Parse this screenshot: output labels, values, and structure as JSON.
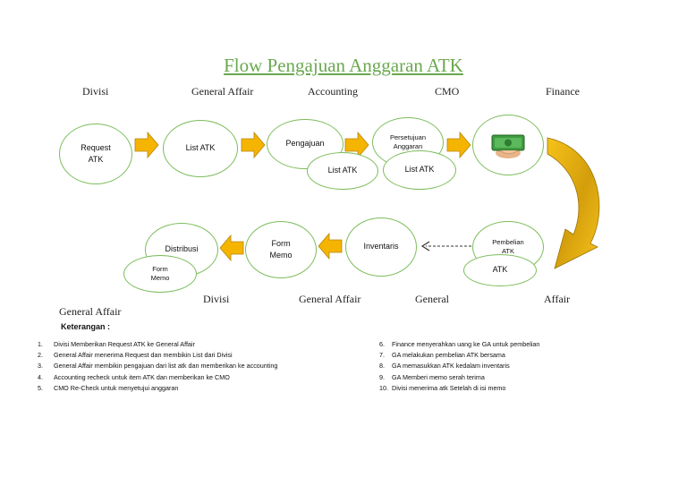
{
  "title": "Flow Pengajuan Anggaran ATK",
  "lanes_top": [
    "Divisi",
    "General Affair",
    "Accounting",
    "CMO",
    "Finance"
  ],
  "lanes_bottom": [
    "Divisi",
    "General Affair",
    "General",
    "Affair"
  ],
  "lane_extra": "General Affair",
  "nodes": {
    "request": "Request\nATK",
    "list_atk_1": "List ATK",
    "pengajuan": "Pengajuan",
    "list_atk_2": "List ATK",
    "persetujuan": "Persetujuan\nAnggaran",
    "list_atk_3": "List ATK",
    "pembelian": "Pembelian\nATK",
    "atk": "ATK",
    "inventaris": "Inventaris",
    "form_memo_1": "Form\nMemo",
    "distribusi": "Distribusi",
    "form_memo_2": "Form\nMemo"
  },
  "finance_icon": "money-hand-icon",
  "colors": {
    "title": "#6aa84f",
    "node_border": "#7cbd5b",
    "arrow": "#f4b400",
    "arrow_border": "#b8860b"
  },
  "keterangan": {
    "title": "Keterangan :",
    "left": [
      {
        "num": "1.",
        "text": "Divisi Memberikan Request ATK ke General Affair"
      },
      {
        "num": "2.",
        "text": "General Affair menerima Request dan membikin List dari Divisi"
      },
      {
        "num": "3.",
        "text": "General Affair membikin pengajuan dari list atk dan memberikan ke accounting"
      },
      {
        "num": "4.",
        "text": "Accounting recheck untuk item ATK dan memberikan ke CMO"
      },
      {
        "num": "5.",
        "text": "CMO Re-Check untuk menyetujui anggaran"
      }
    ],
    "right": [
      {
        "num": "6.",
        "text": "Finance menyerahkan uang ke GA untuk pembelian"
      },
      {
        "num": "7.",
        "text": "GA melakukan pembelian ATK bersama"
      },
      {
        "num": "8.",
        "text": "GA memasukkan ATK kedalam inventaris"
      },
      {
        "num": "9.",
        "text": "GA Memberi memo serah terima"
      },
      {
        "num": "10.",
        "text": "Divisi menerima atk Setelah di isi memo"
      }
    ]
  }
}
